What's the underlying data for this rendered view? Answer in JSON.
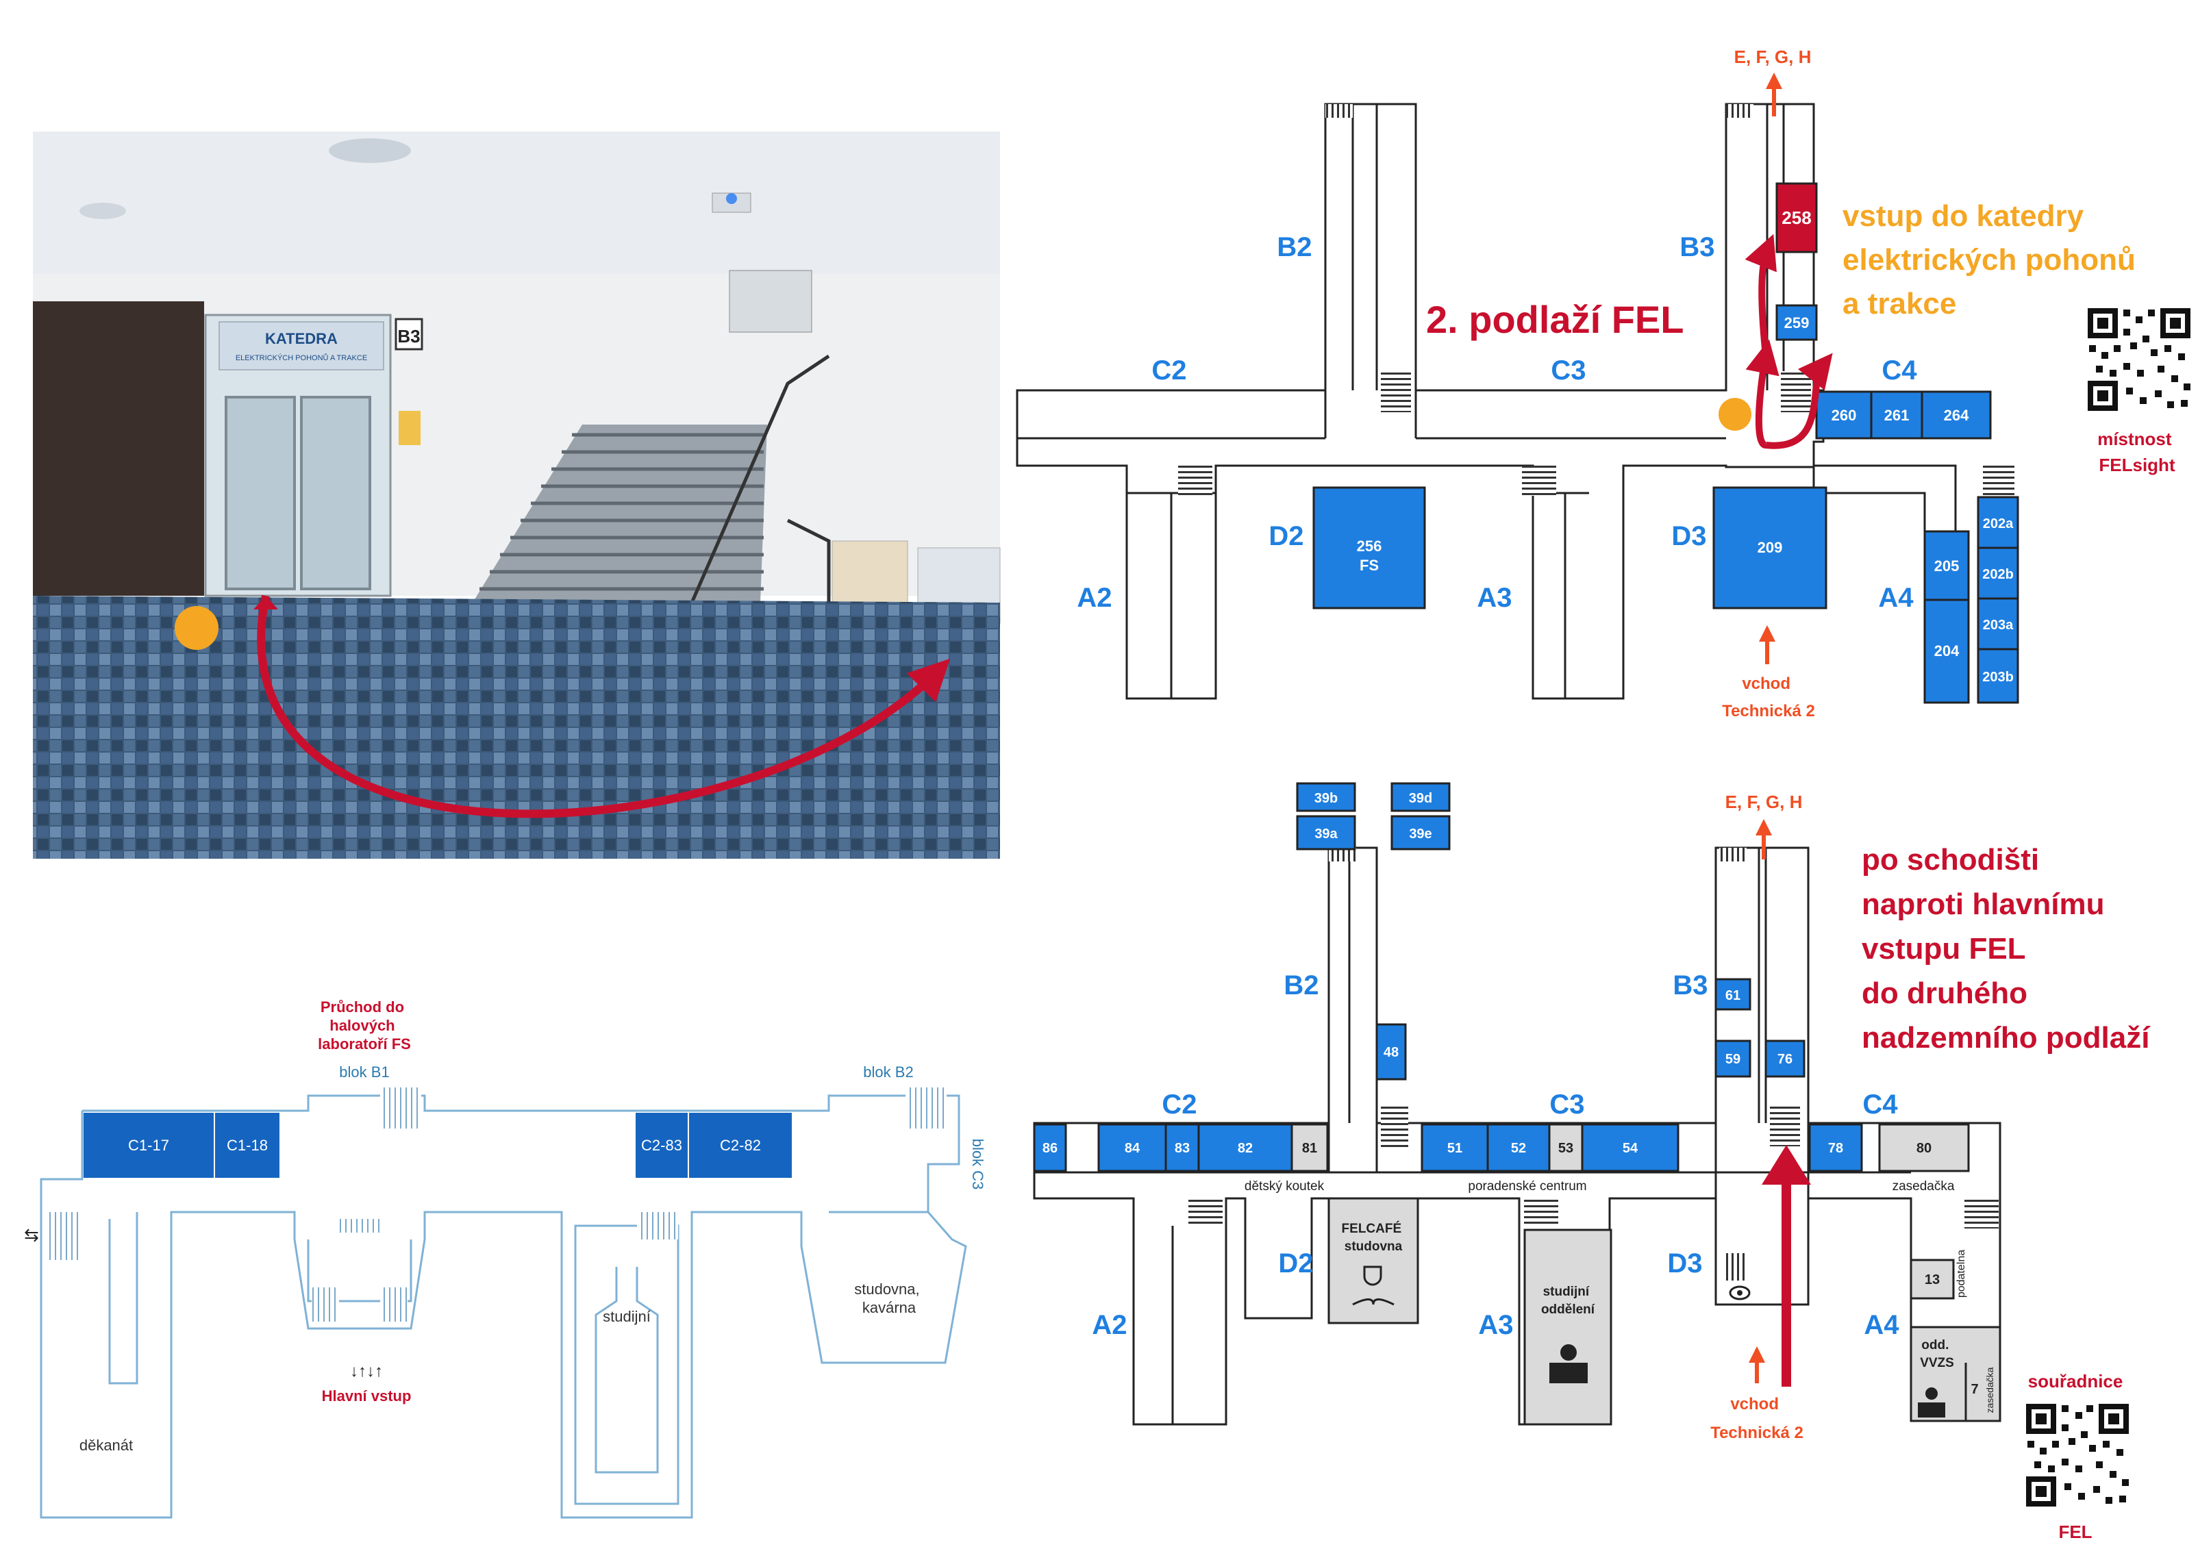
{
  "colors": {
    "blue": "#1f7fe0",
    "red": "#c8102e",
    "orange": "#f5a623",
    "entry_orange": "#f04e23",
    "dark_red": "#b4132e",
    "grey": "#dadada",
    "outline": "#222222"
  },
  "photo": {
    "door_sign": "KATEDRA",
    "door_sign_sub": "ELEKTRICKÝCH POHONŮ A TRAKCE",
    "block_sign": "B3",
    "icons": [
      "location-dot",
      "curved-arrow"
    ]
  },
  "floor2": {
    "title": "2. podlaží FEL",
    "note_lines": [
      "vstup do katedry",
      "elektrických pohonů",
      "a trakce"
    ],
    "exit_label": "E, F, G, H",
    "entrance_lines": [
      "vchod",
      "Technická 2"
    ],
    "qr_lines": [
      "místnost",
      "FELsight"
    ],
    "wings": {
      "b2": "B2",
      "b3": "B3",
      "c2": "C2",
      "c3": "C3",
      "c4": "C4",
      "d2": "D2",
      "d3": "D3",
      "a2": "A2",
      "a3": "A3",
      "a4": "A4"
    },
    "rooms": {
      "r258": "258",
      "r259": "259",
      "r260": "260",
      "r261": "261",
      "r264": "264",
      "r256": "256",
      "r256b": "FS",
      "r209": "209",
      "r205": "205",
      "r204": "204",
      "r202a": "202a",
      "r202b": "202b",
      "r203a": "203a",
      "r203b": "203b"
    }
  },
  "floor0": {
    "note_lines": [
      "po schodišti",
      "naproti hlavnímu",
      "vstupu FEL",
      "do druhého",
      "nadzemního podlaží"
    ],
    "exit_label": "E, F, G, H",
    "entrance_lines": [
      "vchod",
      "Technická 2"
    ],
    "qr_lines": [
      "souřadnice",
      "FEL"
    ],
    "wings": {
      "b2": "B2",
      "b3": "B3",
      "c2": "C2",
      "c3": "C3",
      "c4": "C4",
      "d2": "D2",
      "d3": "D3",
      "a2": "A2",
      "a3": "A3",
      "a4": "A4"
    },
    "rooms": {
      "r39b": "39b",
      "r39d": "39d",
      "r39a": "39a",
      "r39e": "39e",
      "r48": "48",
      "r61": "61",
      "r59": "59",
      "r76": "76",
      "r86": "86",
      "r84": "84",
      "r83": "83",
      "r82": "82",
      "r81": "81",
      "r51": "51",
      "r52": "52",
      "r53": "53",
      "r54": "54",
      "r78": "78",
      "r80": "80",
      "r13": "13",
      "r7": "7"
    },
    "labels": {
      "kids": "dětský koutek",
      "advice": "poradenské centrum",
      "meeting": "zasedačka",
      "felcafe1": "FELCAFÉ",
      "felcafe2": "studovna",
      "study_office1": "studijní",
      "study_office2": "oddělení",
      "podatelna": "podatelna",
      "vvzs1": "odd.",
      "vvzs2": "VVZS",
      "zasedacka_small": "zasedačka"
    }
  },
  "fs_plan": {
    "passage_lines": [
      "Průchod do",
      "halových",
      "laboratoří FS"
    ],
    "block_b1": "blok B1",
    "block_b2": "blok B2",
    "block_c3": "blok C3",
    "rooms": {
      "c117": "C1-17",
      "c118": "C1-18",
      "c283": "C2-83",
      "c282": "C2-82"
    },
    "dekanat": "děkanát",
    "studijni": "studijní",
    "studovna1": "studovna,",
    "studovna2": "kavárna",
    "main_entry": "Hlavní vstup",
    "arrows_main": "↓↑↓↑",
    "arrows_side": "⇆"
  }
}
